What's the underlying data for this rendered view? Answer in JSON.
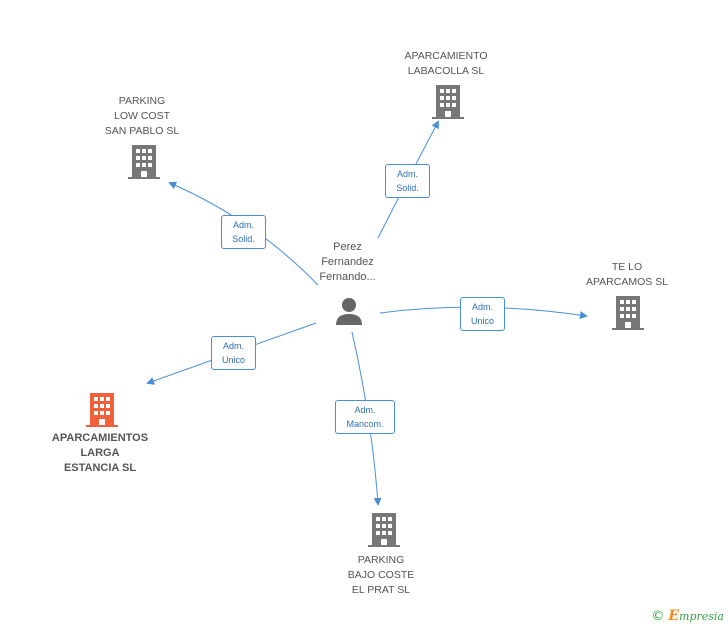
{
  "person": {
    "name": "Perez\nFernandez\nFernando..."
  },
  "companies": {
    "aparcamiento_labacolla": "APARCAMIENTO\nLABACOLLA SL",
    "parking_low_cost": "PARKING\nLOW COST\nSAN PABLO SL",
    "te_lo_aparcamos": "TE LO\nAPARCAMOS SL",
    "aparcamientos_larga": "APARCAMIENTOS\nLARGA\nESTANCIA SL",
    "parking_bajo_coste": "PARKING\nBAJO COSTE\nEL PRAT SL"
  },
  "roles": {
    "labacolla": "Adm.\nSolid.",
    "low_cost": "Adm.\nSolid.",
    "te_lo": "Adm.\nUnico",
    "larga": "Adm.\nUnico",
    "bajo_coste": "Adm.\nMancom."
  },
  "colors": {
    "edge": "#4a8fd6",
    "building": "#777777",
    "building_main": "#f0603a",
    "person": "#666666"
  },
  "footer": {
    "copyright": "©",
    "brand_initial": "E",
    "brand_rest": "mpresia"
  }
}
